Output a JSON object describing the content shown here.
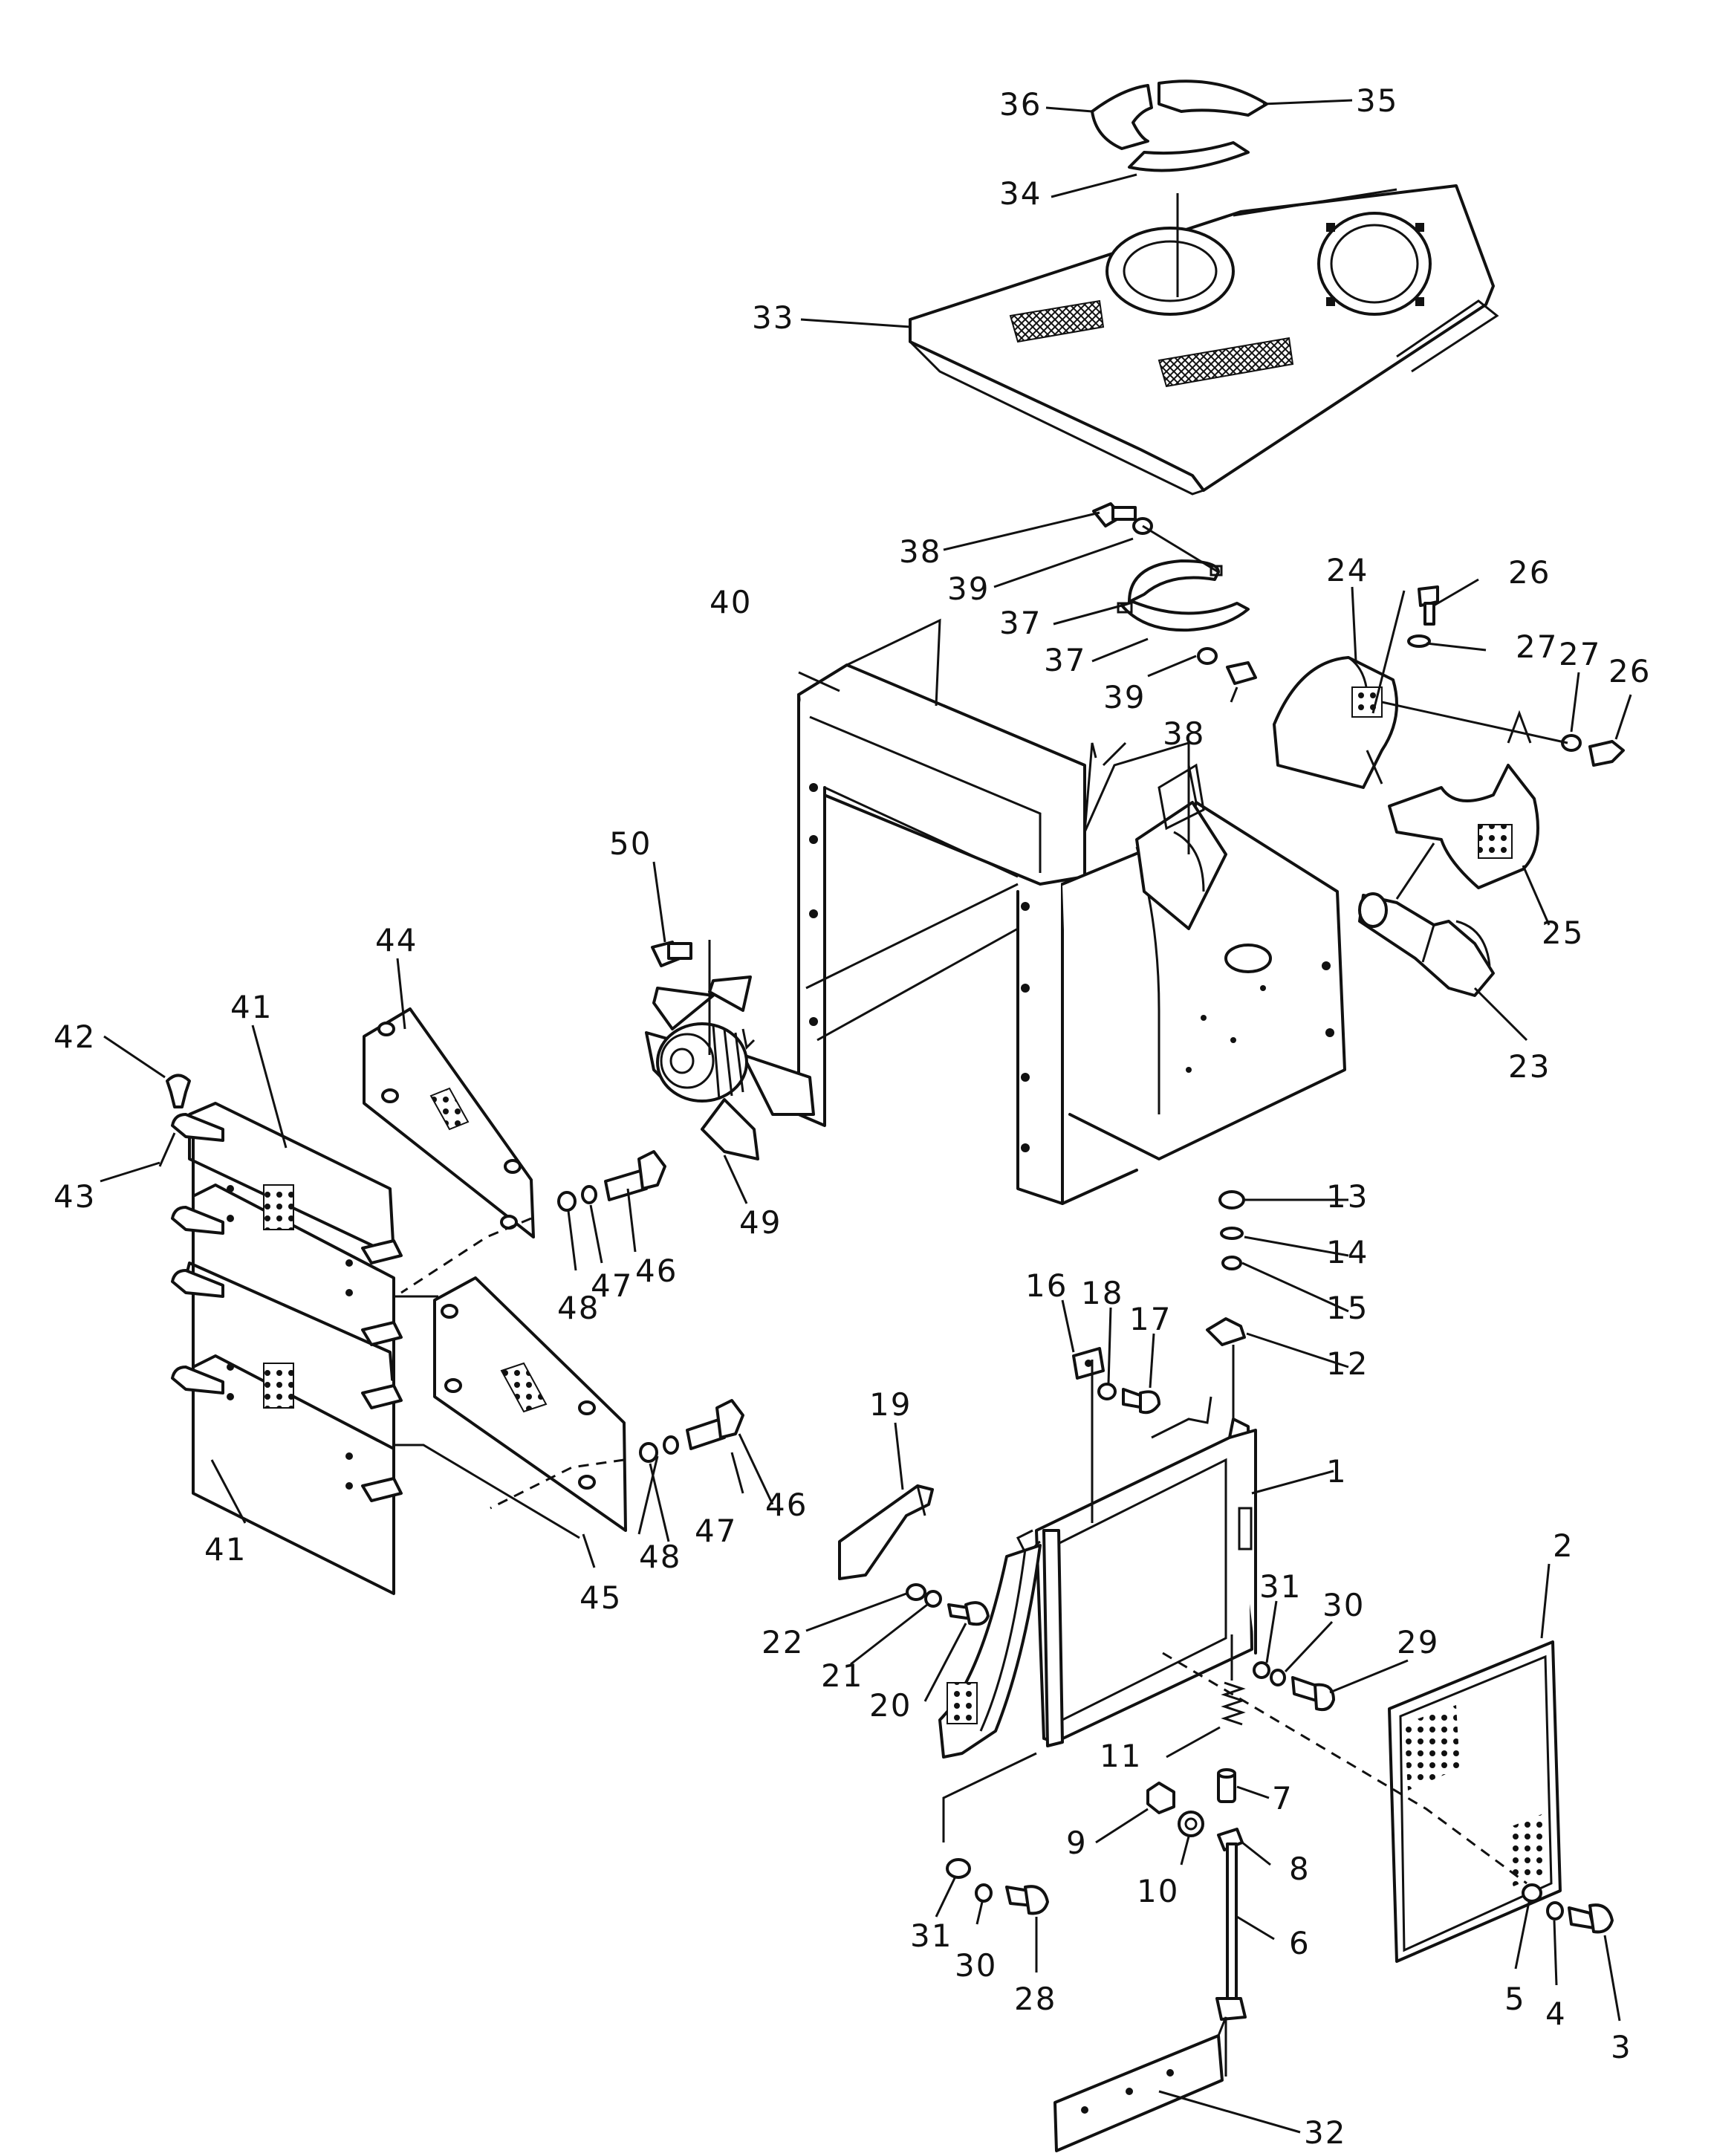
{
  "diagram": {
    "labels": {
      "p1": "1",
      "p2": "2",
      "p3": "3",
      "p4": "4",
      "p5": "5",
      "p6": "6",
      "p7": "7",
      "p8": "8",
      "p9": "9",
      "p10": "10",
      "p11": "11",
      "p12": "12",
      "p13": "13",
      "p14": "14",
      "p15": "15",
      "p16": "16",
      "p17": "17",
      "p18": "18",
      "p19": "19",
      "p20": "20",
      "p21": "21",
      "p22": "22",
      "p23": "23",
      "p24": "24",
      "p25": "25",
      "p26": "26",
      "p27": "27",
      "p28": "28",
      "p29": "29",
      "p30": "30",
      "p31": "31",
      "p32": "32",
      "p33": "33",
      "p34": "34",
      "p35": "35",
      "p36": "36",
      "p37": "37",
      "p38": "38",
      "p39": "39",
      "p40": "40",
      "p41": "41",
      "p42": "42",
      "p43": "43",
      "p44": "44",
      "p45": "45",
      "p46": "46",
      "p47": "47",
      "p48": "48",
      "p49": "49",
      "p50": "50"
    }
  }
}
